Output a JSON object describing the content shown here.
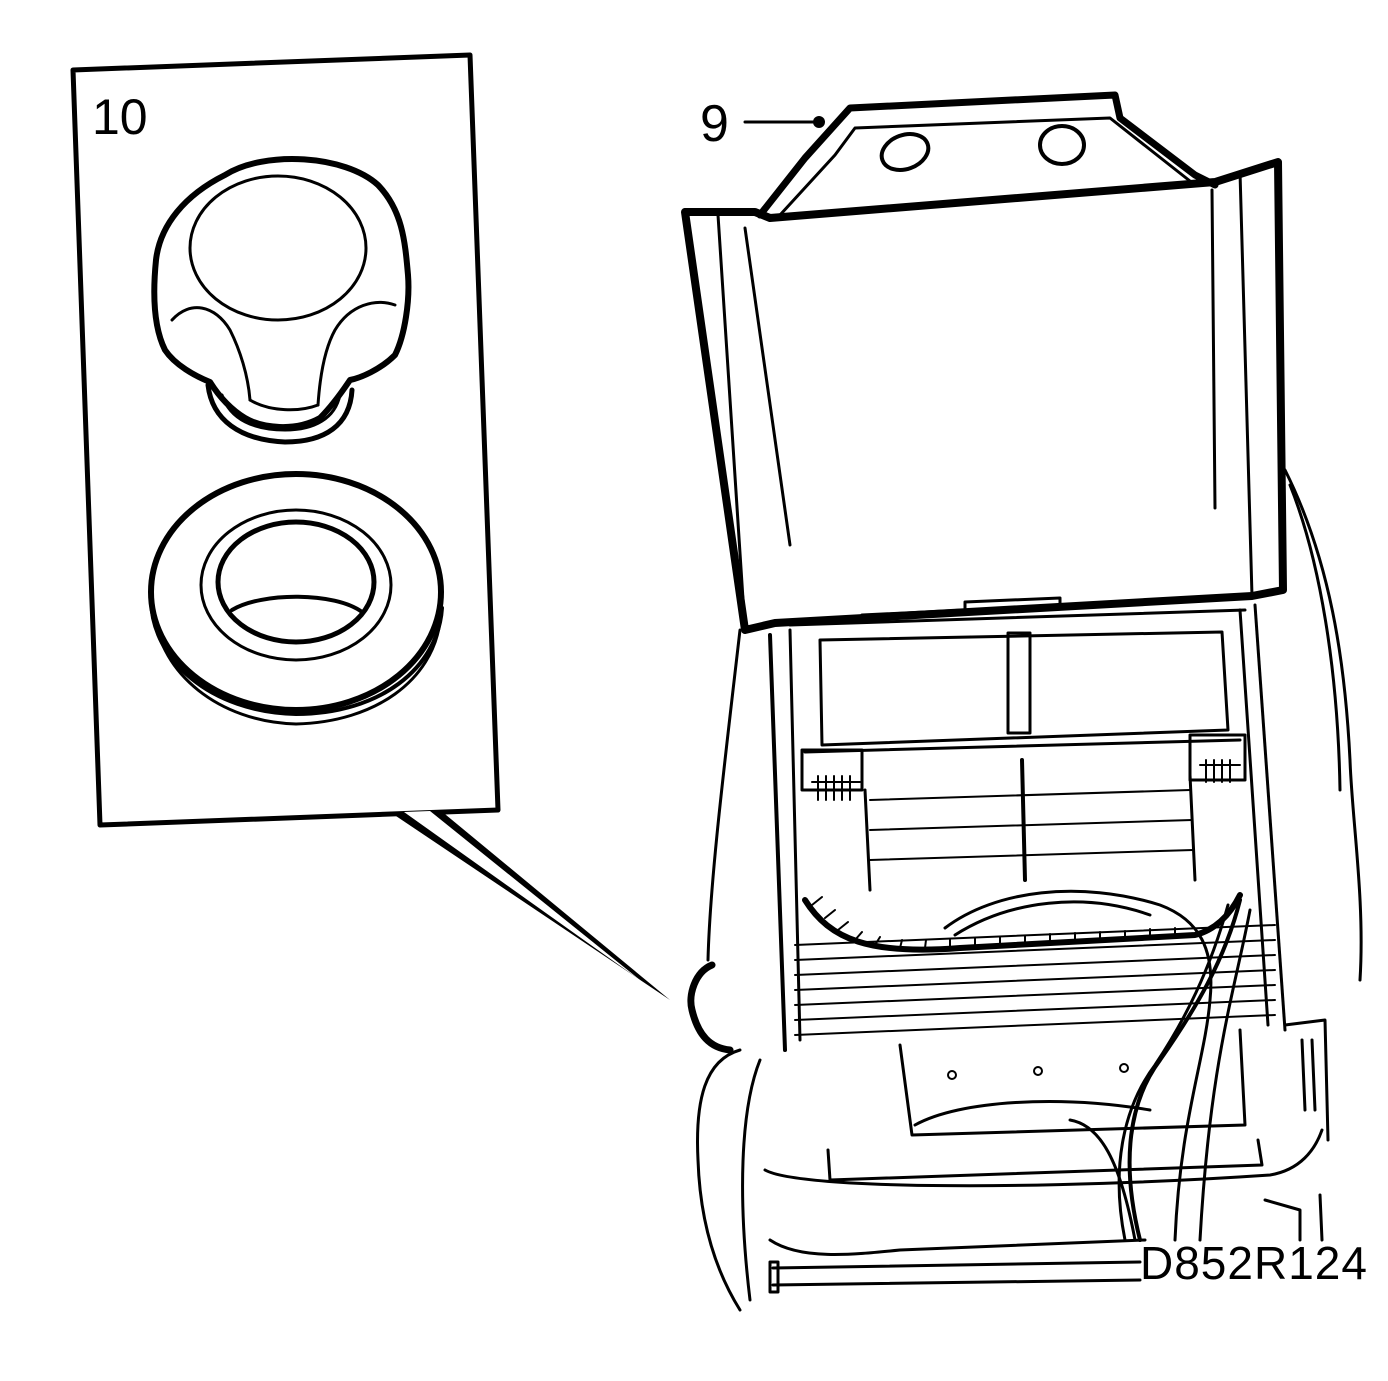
{
  "callouts": {
    "detail_number": "10",
    "part_number": "9"
  },
  "figure_code": "D852R124",
  "colors": {
    "line": "#000000",
    "background": "#ffffff"
  }
}
